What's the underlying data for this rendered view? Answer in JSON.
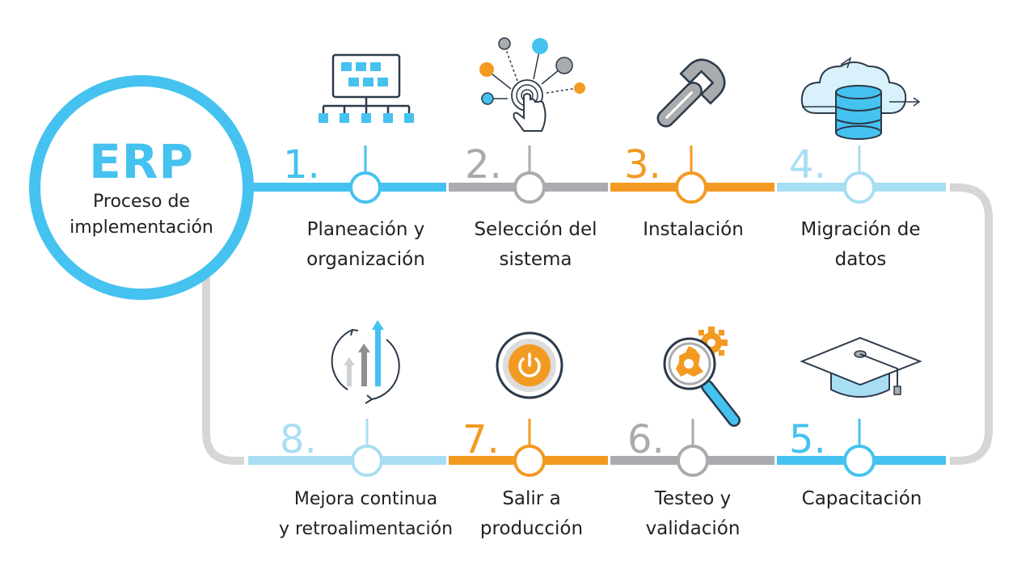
{
  "erp": {
    "title": "ERP",
    "subtitle_line1": "Proceso de",
    "subtitle_line2": "implementación"
  },
  "colors": {
    "blue": "#45c2ef",
    "gray": "#a9abae",
    "orange": "#f39a22",
    "light_blue": "#a8def3",
    "connector": "#d6d6d6"
  },
  "steps": [
    {
      "number": "1.",
      "line1": "Planeación y",
      "line2": "organización",
      "color": "#45c2ef",
      "icon": "org-chart-icon"
    },
    {
      "number": "2.",
      "line1": "Selección del",
      "line2": "sistema",
      "color": "#a9abae",
      "icon": "touch-network-icon"
    },
    {
      "number": "3.",
      "line1": "Instalación",
      "line2": "",
      "color": "#f39a22",
      "icon": "wrench-icon"
    },
    {
      "number": "4.",
      "line1": "Migración de",
      "line2": "datos",
      "color": "#a8def3",
      "icon": "cloud-database-icon"
    },
    {
      "number": "5.",
      "line1": "Capacitación",
      "line2": "",
      "color": "#45c2ef",
      "icon": "graduation-cap-icon"
    },
    {
      "number": "6.",
      "line1": "Testeo y",
      "line2": "validación",
      "color": "#a9abae",
      "icon": "magnifier-gear-icon"
    },
    {
      "number": "7.",
      "line1": "Salir a",
      "line2": "producción",
      "color": "#f39a22",
      "icon": "power-button-icon"
    },
    {
      "number": "8.",
      "line1": "Mejora continua",
      "line2": "y retroalimentación",
      "color": "#a8def3",
      "icon": "improvement-cycle-icon"
    }
  ]
}
